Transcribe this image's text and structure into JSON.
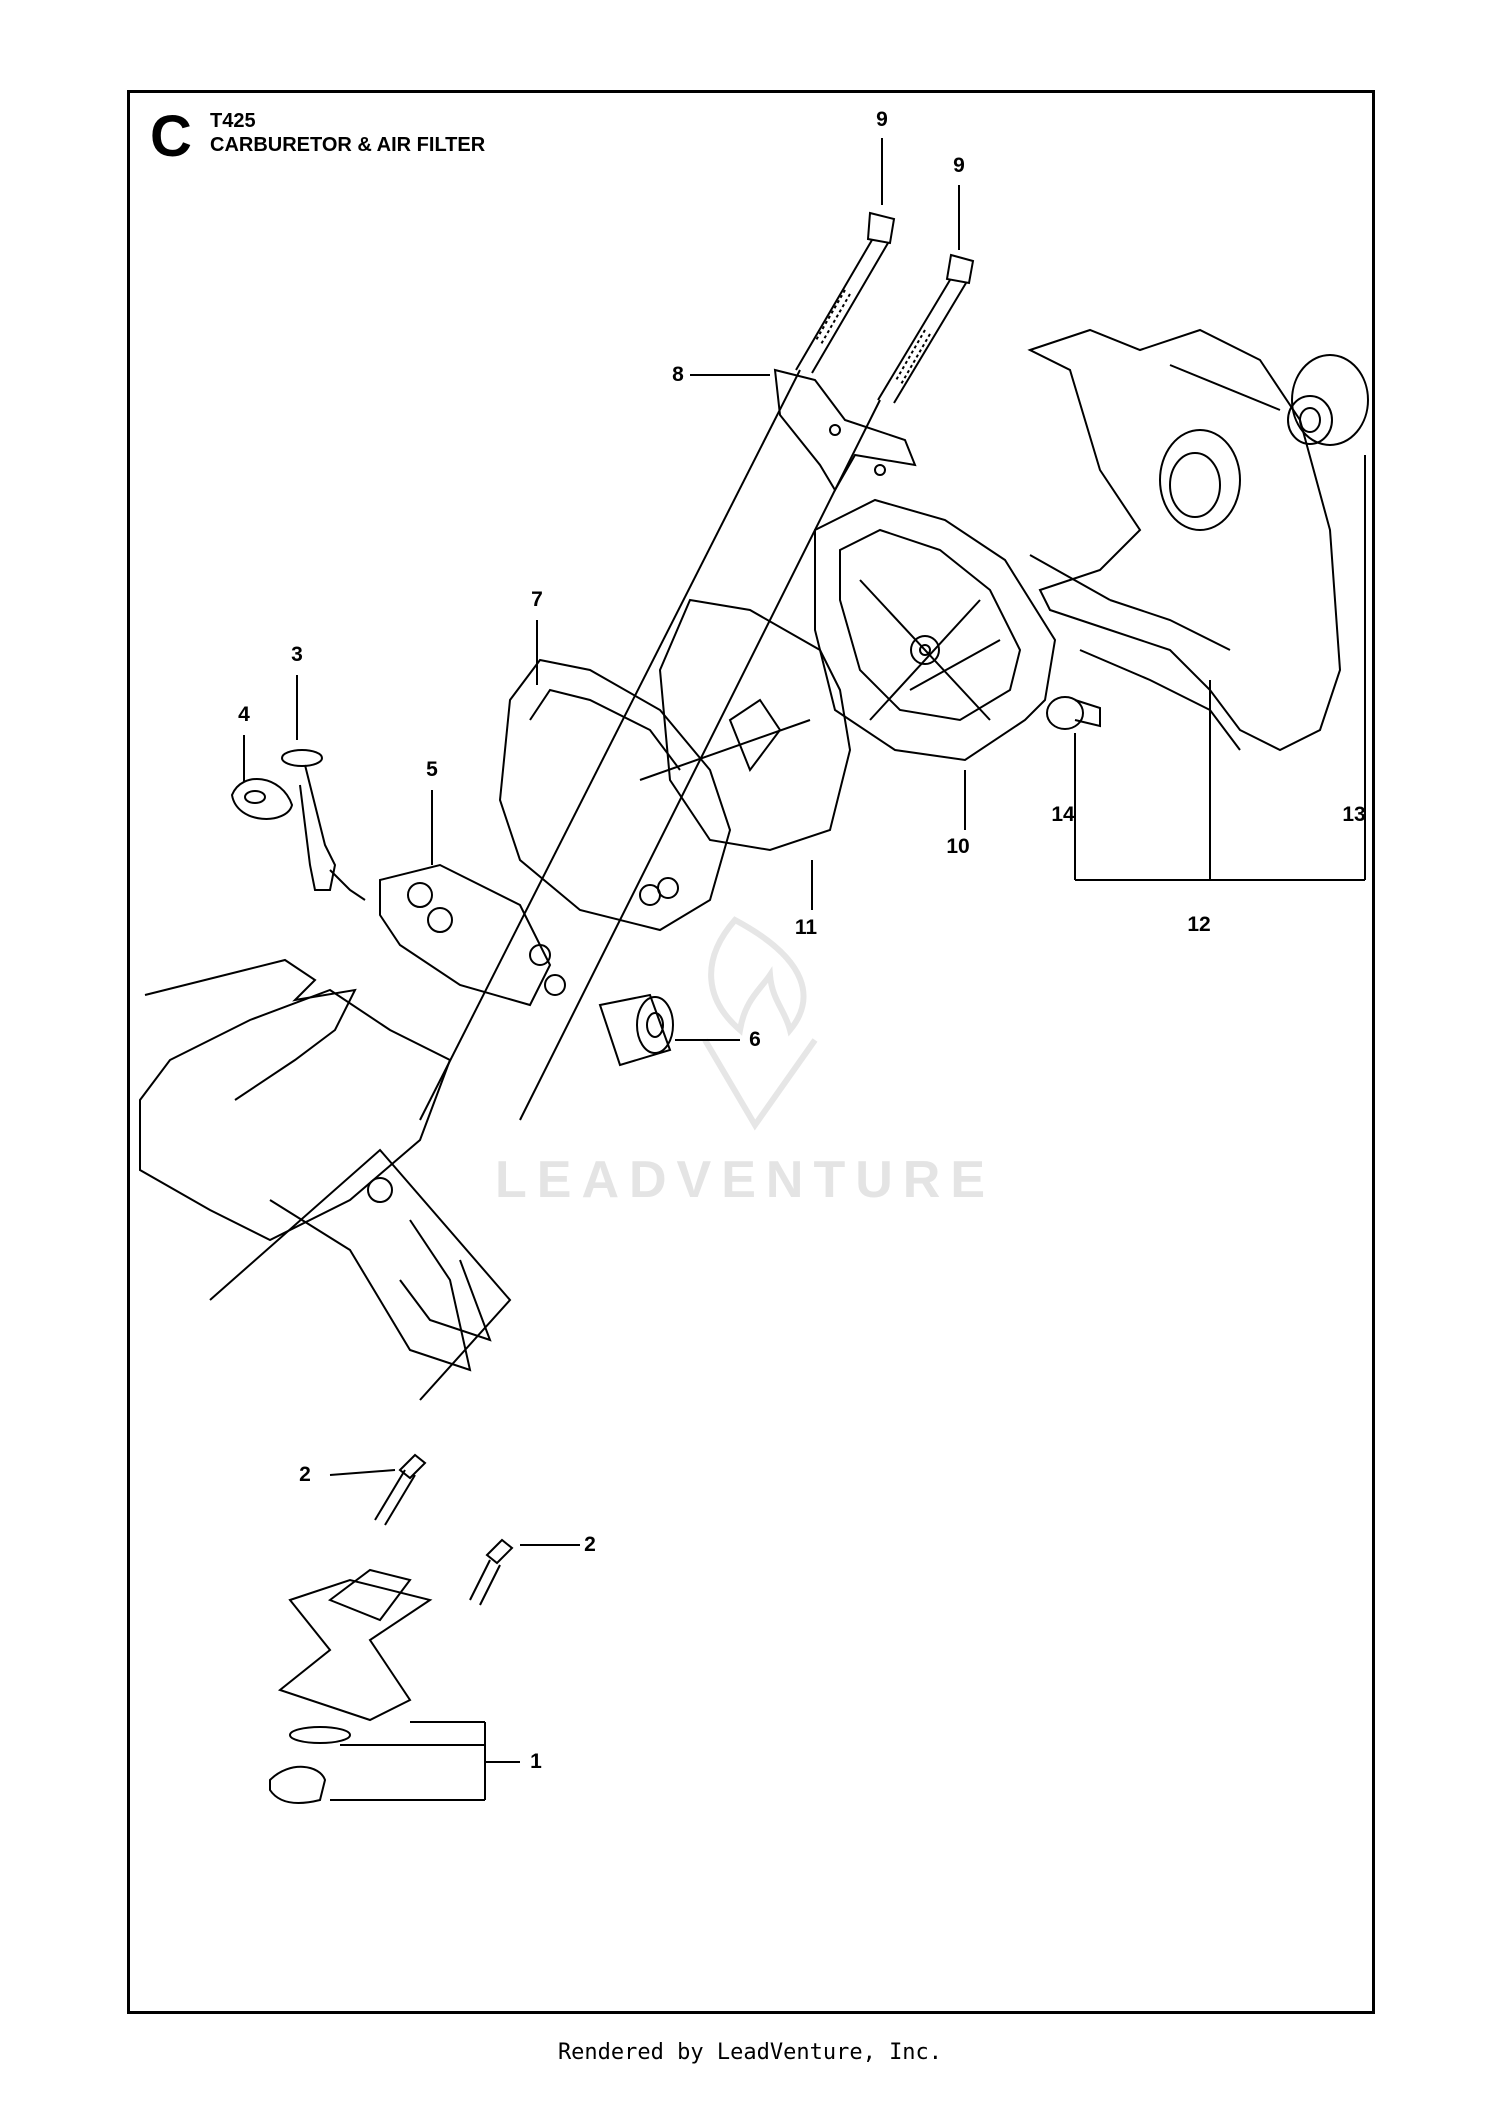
{
  "header": {
    "section_letter": "C",
    "model": "T425",
    "title": "CARBURETOR & AIR FILTER"
  },
  "callouts": [
    {
      "id": "c1",
      "label": "1"
    },
    {
      "id": "c2a",
      "label": "2"
    },
    {
      "id": "c2b",
      "label": "2"
    },
    {
      "id": "c3",
      "label": "3"
    },
    {
      "id": "c4",
      "label": "4"
    },
    {
      "id": "c5",
      "label": "5"
    },
    {
      "id": "c6",
      "label": "6"
    },
    {
      "id": "c7",
      "label": "7"
    },
    {
      "id": "c8",
      "label": "8"
    },
    {
      "id": "c9a",
      "label": "9"
    },
    {
      "id": "c9b",
      "label": "9"
    },
    {
      "id": "c10",
      "label": "10"
    },
    {
      "id": "c11",
      "label": "11"
    },
    {
      "id": "c12",
      "label": "12"
    },
    {
      "id": "c13",
      "label": "13"
    },
    {
      "id": "c14",
      "label": "14"
    }
  ],
  "watermark": "LEADVENTURE",
  "footer": "Rendered by LeadVenture, Inc.",
  "colors": {
    "line": "#000000",
    "watermark": "#e4e4e4"
  }
}
